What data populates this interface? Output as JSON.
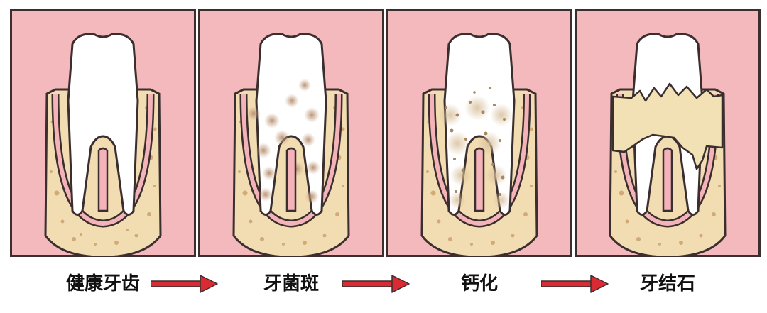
{
  "stages": [
    {
      "label": "健康牙齿",
      "state": "healthy"
    },
    {
      "label": "牙菌斑",
      "state": "plaque"
    },
    {
      "label": "钙化",
      "state": "calcification"
    },
    {
      "label": "牙结石",
      "state": "calculus"
    }
  ],
  "colors": {
    "background": "#f4b9bd",
    "frame": "#3a2e2e",
    "bone": "#f2dcb1",
    "bone_dots": "#c79a66",
    "gum": "#f3b3b8",
    "enamel": "#ffffff",
    "plaque": "#c9a88c",
    "calcification": "#d8bf9a",
    "calculus": "#f3e1b6",
    "arrow": "#d92b33"
  }
}
